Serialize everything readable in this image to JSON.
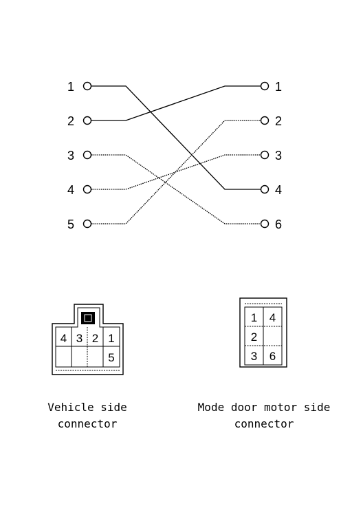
{
  "wiring": {
    "left_pins": [
      "1",
      "2",
      "3",
      "4",
      "5"
    ],
    "right_pins": [
      "1",
      "2",
      "3",
      "4",
      "6"
    ],
    "wires": [
      {
        "from": "1",
        "to": "4"
      },
      {
        "from": "2",
        "to": "1"
      },
      {
        "from": "3",
        "to": "6"
      },
      {
        "from": "4",
        "to": "3"
      },
      {
        "from": "5",
        "to": "2"
      }
    ]
  },
  "vehicle_connector": {
    "cells": [
      "4",
      "3",
      "2",
      "1",
      "",
      "",
      "",
      "5"
    ],
    "caption_line1": "Vehicle side",
    "caption_line2": "connector"
  },
  "motor_connector": {
    "cells": [
      "1",
      "4",
      "2",
      "",
      "3",
      "6"
    ],
    "caption_line1": "Mode door motor side",
    "caption_line2": "connector"
  }
}
